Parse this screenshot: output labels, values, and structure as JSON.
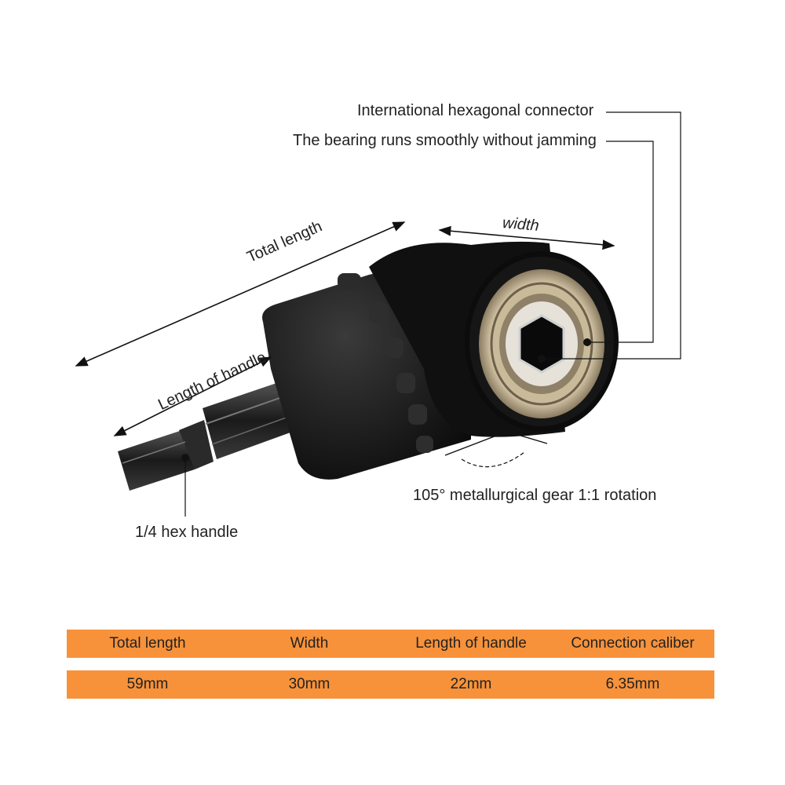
{
  "callouts": {
    "hex_connector": "International hexagonal connector",
    "bearing": "The bearing runs smoothly without jamming",
    "width": "width",
    "total_length": "Total length",
    "length_of_handle": "Length of handle",
    "gear": "105° metallurgical gear 1:1 rotation",
    "hex_handle": "1/4 hex handle"
  },
  "specs": {
    "headers": [
      "Total length",
      "Width",
      "Length of handle",
      "Connection caliber"
    ],
    "values": [
      "59mm",
      "30mm",
      "22mm",
      "6.35mm"
    ],
    "bar_color": "#f7923a"
  },
  "colors": {
    "body": "#141414",
    "bearing_metal": "#b8a889",
    "hex_socket": "#d8d8d8"
  }
}
